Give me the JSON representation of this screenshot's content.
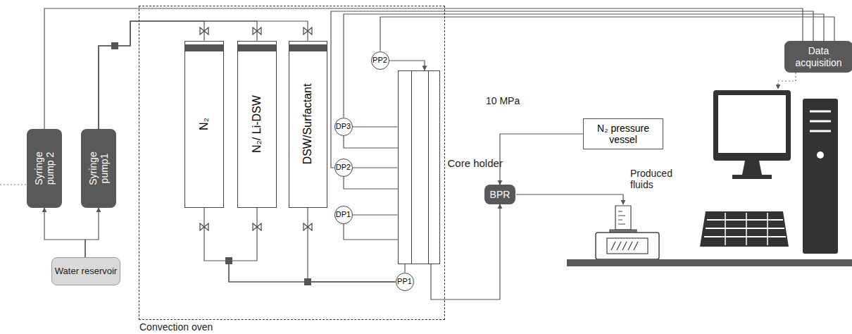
{
  "diagram": {
    "nodes": [
      {
        "text": [
          "Syringe pump 2"
        ]
      },
      {
        "text": [
          "Syringe pump1"
        ]
      },
      {
        "text": [
          "Water reservoir"
        ]
      },
      {
        "text": [
          "Convection oven"
        ]
      },
      {
        "text": [
          "N₂"
        ],
        "in": 3
      },
      {
        "text": [
          "N₂/ Li-DSW"
        ],
        "in": 3
      },
      {
        "text": [
          "DSW/Surfactant"
        ],
        "in": 3
      },
      {
        "text": [
          "PP2"
        ],
        "in": 3
      },
      {
        "text": [
          "DP3"
        ],
        "in": 3
      },
      {
        "text": [
          "DP2"
        ],
        "in": 3
      },
      {
        "text": [
          "DP1"
        ],
        "in": 3
      },
      {
        "text": [
          "PP1"
        ],
        "in": 3
      },
      {
        "text": [
          "Core holder"
        ],
        "in": 3
      },
      {
        "text": [
          "BPR"
        ]
      },
      {
        "text": [
          "N₂ pressure vessel"
        ]
      },
      {
        "text": [
          "Data acquisition"
        ]
      }
    ],
    "edges": [
      {
        "from": 2,
        "to": 0,
        "arrow": "to"
      },
      {
        "from": 2,
        "to": 1,
        "arrow": "to"
      },
      {
        "from": 0,
        "to": 15,
        "arrow": "none"
      },
      {
        "from": 1,
        "to": 4,
        "arrow": "none"
      },
      {
        "from": 1,
        "to": 5,
        "arrow": "none"
      },
      {
        "from": 1,
        "to": 6,
        "arrow": "none"
      },
      {
        "from": 4,
        "to": 11,
        "arrow": "none"
      },
      {
        "from": 5,
        "to": 11,
        "arrow": "none"
      },
      {
        "from": 6,
        "to": 11,
        "arrow": "none"
      },
      {
        "from": 11,
        "to": 12,
        "arrow": "none"
      },
      {
        "from": 12,
        "to": 13,
        "arrow": "to"
      },
      {
        "from": 14,
        "to": 13,
        "arrow": "to"
      },
      {
        "from": 7,
        "to": 12,
        "arrow": "to"
      },
      {
        "from": 8,
        "to": 12,
        "arrow": "none"
      },
      {
        "from": 9,
        "to": 12,
        "arrow": "none"
      },
      {
        "from": 10,
        "to": 12,
        "arrow": "none"
      },
      {
        "from": 7,
        "to": 15,
        "arrow": "none"
      },
      {
        "from": 8,
        "to": 15,
        "arrow": "none"
      },
      {
        "from": 9,
        "to": 15,
        "arrow": "none"
      }
    ],
    "labels": [
      "10 MPa",
      "Produced fluids"
    ]
  }
}
